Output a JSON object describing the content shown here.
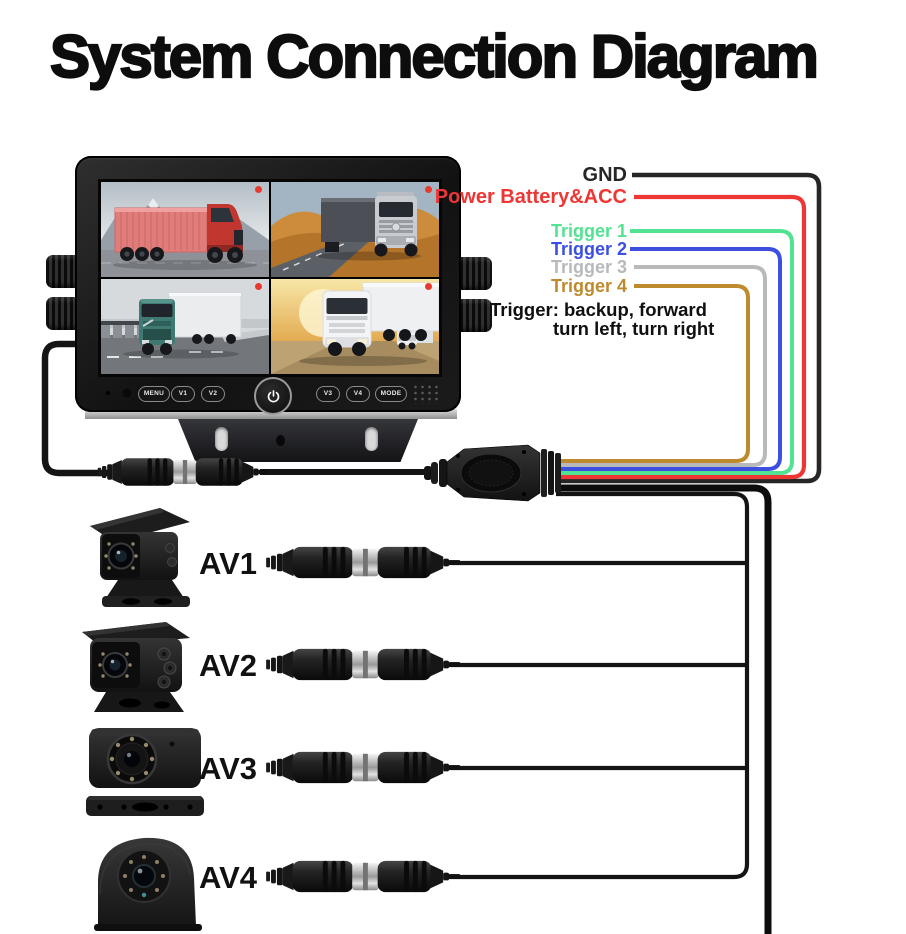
{
  "title": "System Connection Diagram",
  "colors": {
    "record_dot": "#e8392f",
    "cable_black": "#141414",
    "trunk_black": "#0c0c0c"
  },
  "monitor": {
    "buttons": [
      "MENU",
      "V1",
      "V2",
      "V3",
      "V4",
      "MODE"
    ]
  },
  "wire_labels": [
    {
      "label": "GND",
      "color": "#262626"
    },
    {
      "label": "Power Battery&ACC",
      "color": "#ee3634"
    },
    {
      "label": "Trigger 1",
      "color": "#52e392"
    },
    {
      "label": "Trigger 2",
      "color": "#3c4fe0"
    },
    {
      "label": "Trigger 3",
      "color": "#b7b9bb"
    },
    {
      "label": "Trigger 4",
      "color": "#bd8a2d"
    }
  ],
  "trigger_note": {
    "line1": "Trigger: backup, forward",
    "line2": "turn left, turn right"
  },
  "channels": [
    "AV1",
    "AV2",
    "AV3",
    "AV4"
  ]
}
